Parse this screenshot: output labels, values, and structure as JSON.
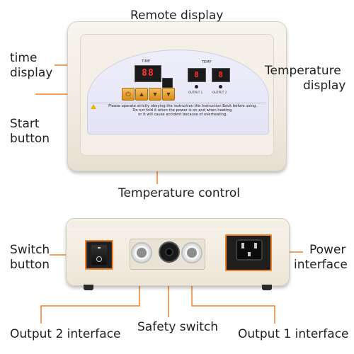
{
  "labels": {
    "remote_display": "Remote display",
    "time_display_1": "time",
    "time_display_2": "display",
    "temperature_display_1": "Temperature",
    "temperature_display_2": "display",
    "start_button_1": "Start",
    "start_button_2": "button",
    "temperature_control": "Temperature control",
    "switch_button_1": "Switch",
    "switch_button_2": "button",
    "power_interface_1": "Power",
    "power_interface_2": "interface",
    "output2_interface": "Output 2 interface",
    "safety_switch": "Safety switch",
    "output1_interface": "Output 1 interface"
  },
  "device_panel": {
    "time_title": "TIME",
    "time_readout": "88",
    "temp_title": "TEMP",
    "temp1_readout": "8",
    "temp2_readout": "8",
    "output1_label": "OUTPUT 1",
    "output2_label": "OUTPUT 2",
    "warning_line1": "Please operate strictly obeying the instruction the Instruction Book before using.",
    "warning_line2": "Do not fold it when the power is on and when heating,",
    "warning_line3": "or it will cause accident because of overheating."
  },
  "colors": {
    "callout": "#f0822a",
    "lcd_digits": "#ff3030",
    "buttons": "#e0a030"
  },
  "icons": [
    "power-icon",
    "up-arrow-icon",
    "down-arrow-icon",
    "warning-icon"
  ]
}
